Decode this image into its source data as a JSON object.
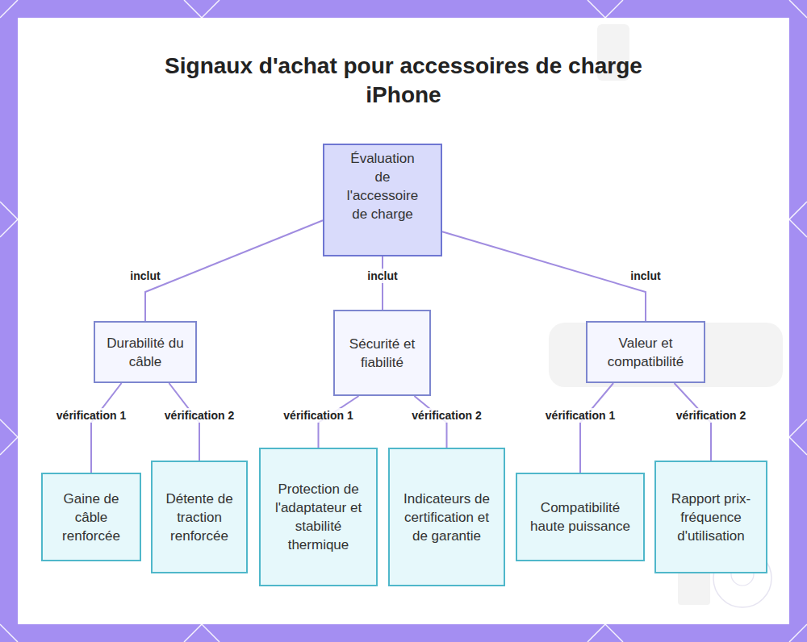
{
  "diagram": {
    "title": "Signaux d'achat pour accessoires de charge iPhone",
    "nodes": [
      {
        "text": [
          "Évaluation de l'accessoire de charge"
        ]
      },
      {
        "text": [
          "Durabilité du câble"
        ]
      },
      {
        "text": [
          "Sécurité et fiabilité"
        ]
      },
      {
        "text": [
          "Valeur et compatibilité"
        ]
      },
      {
        "text": [
          "Gaine de câble renforcée"
        ]
      },
      {
        "text": [
          "Détente de traction renforcée"
        ]
      },
      {
        "text": [
          "Protection de l'adaptateur et stabilité thermique"
        ]
      },
      {
        "text": [
          "Indicateurs de certification et de garantie"
        ]
      },
      {
        "text": [
          "Compatibilité haute puissance"
        ]
      },
      {
        "text": [
          "Rapport prix-fréquence d'utilisation"
        ]
      }
    ],
    "edges": [
      {
        "from": 0,
        "to": 1,
        "label": "inclut",
        "arrow": "none"
      },
      {
        "from": 0,
        "to": 2,
        "label": "inclut",
        "arrow": "none"
      },
      {
        "from": 0,
        "to": 3,
        "label": "inclut",
        "arrow": "none"
      },
      {
        "from": 1,
        "to": 4,
        "label": "vérification 1",
        "arrow": "none"
      },
      {
        "from": 1,
        "to": 5,
        "label": "vérification 2",
        "arrow": "none"
      },
      {
        "from": 2,
        "to": 6,
        "label": "vérification 1",
        "arrow": "none"
      },
      {
        "from": 2,
        "to": 7,
        "label": "vérification 2",
        "arrow": "none"
      },
      {
        "from": 3,
        "to": 8,
        "label": "vérification 1",
        "arrow": "none"
      },
      {
        "from": 3,
        "to": 9,
        "label": "vérification 2",
        "arrow": "none"
      }
    ]
  }
}
